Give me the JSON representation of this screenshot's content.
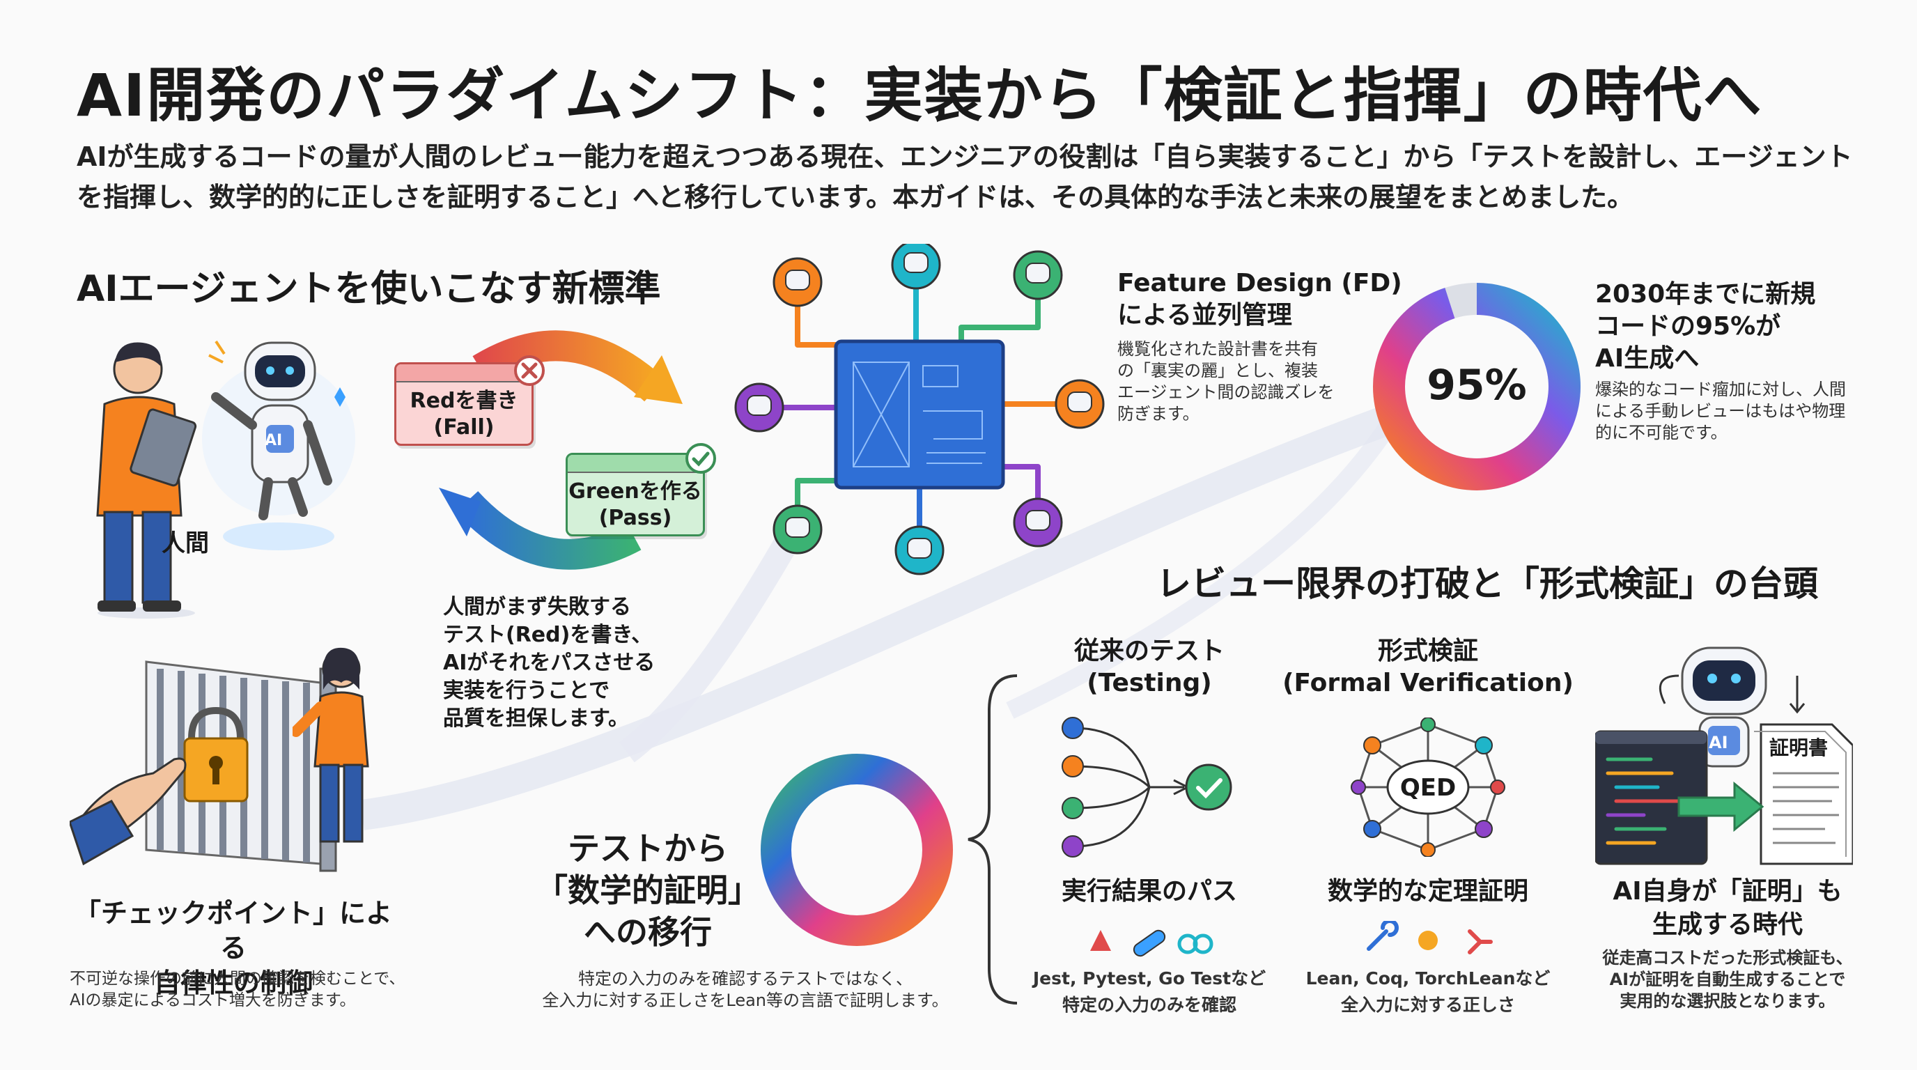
{
  "header": {
    "title": "AI開発のパラダイムシフト：実装から「検証と指揮」の時代へ",
    "intro_line1": "AIが生成するコードの量が人間のレビュー能力を超えつつある現在、エンジニアの役割は「自ら実装すること」から「テストを設計し、エージェント",
    "intro_line2": "を指揮し、数学的的に正しさを証明すること」へと移行しています。本ガイドは、その具体的な手法と未来の展望をまとめました。"
  },
  "section_agents": {
    "heading": "AIエージェントを使いこなす新標準",
    "human_label": "人間",
    "ai_badge": "AI",
    "red_box": {
      "line1": "Redを書き",
      "line2": "(Fall)"
    },
    "green_box": {
      "line1": "Greenを作る",
      "line2": "(Pass)"
    },
    "tdd_desc": [
      "人間がまず失敗する",
      "テスト(Red)を書き、",
      "AIがそれをパスさせる",
      "実装を行うことで",
      "品質を担保します。"
    ]
  },
  "section_fd": {
    "title_line1": "Feature Design (FD)",
    "title_line2": "による並列管理",
    "desc": [
      "機覧化された設計書を共有",
      "の「裏実の麗」とし、複装",
      "エージェント間の認識ズレを",
      "防ぎます。"
    ]
  },
  "section_stat": {
    "value_label": "95%",
    "value": 95,
    "title": [
      "2030年までに新規",
      "コードの95%が",
      "AI生成へ"
    ],
    "desc": [
      "爆染的なコード瘤加に対し、人間",
      "による手動レビューはもはや物理",
      "的に不可能です。"
    ]
  },
  "section_checkpoint": {
    "title_line1": "「チェックポイント」による",
    "title_line2": "自律性の制御",
    "desc_line1": "不可逆な操作の前に人間の確認を検むことで、",
    "desc_line2": "AIの暴定によるコスト増大を防ぎます。"
  },
  "section_review": {
    "heading": "レビュー限界の打破と「形式検証」の台頭",
    "ring_caption": [
      "テストから",
      "「数学的証明」",
      "への移行"
    ],
    "ring_desc_line1": "特定の入力のみを確認するテストではなく、",
    "ring_desc_line2": "全入力に対する正しさをLean等の言語で証明します。",
    "testing": {
      "title_line1": "従来のテスト",
      "title_line2": "(Testing)",
      "result": "実行結果のパス",
      "tools": "Jest, Pytest, Go Testなど",
      "scope": "特定の入力のみを確認"
    },
    "formal": {
      "title_line1": "形式検証",
      "title_line2": "(Formal Verification)",
      "node_label": "QED",
      "result": "数学的な定理証明",
      "tools": "Lean, Coq, TorchLeanなど",
      "scope": "全入力に対する正しさ"
    },
    "ai_proof": {
      "ai_badge": "AI",
      "doc_label": "証明書",
      "title_line1": "AI自身が「証明」も",
      "title_line2": "生成する時代",
      "desc": [
        "従走高コストだった形式検証も、",
        "AIが証明を自動生成することで",
        "実用的な選択肢となります。"
      ]
    }
  },
  "colors": {
    "orange": "#f5821f",
    "blue": "#2f6fd6",
    "green": "#3bb273",
    "purple": "#8e44c9",
    "teal": "#1fb5c9",
    "red": "#e04a4a"
  }
}
